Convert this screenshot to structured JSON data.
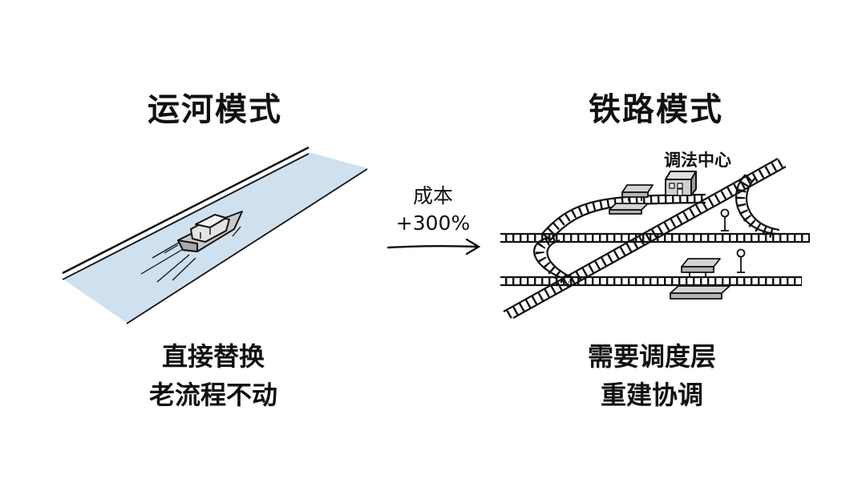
{
  "left_panel": {
    "title": "运河模式",
    "caption_line1": "直接替换",
    "caption_line2": "老流程不动",
    "illustration": "canal-boat"
  },
  "middle": {
    "cost_label": "成本",
    "cost_change": "+300%",
    "arrow_icon": "arrow-right-icon"
  },
  "right_panel": {
    "title": "铁路模式",
    "hub_label": "调法中心",
    "caption_line1": "需要调度层",
    "caption_line2": "重建协调",
    "illustration": "railway-junction"
  },
  "colors": {
    "water": "#cfe0ef",
    "ink": "#111111",
    "vehicle": "#c9c9c9"
  }
}
